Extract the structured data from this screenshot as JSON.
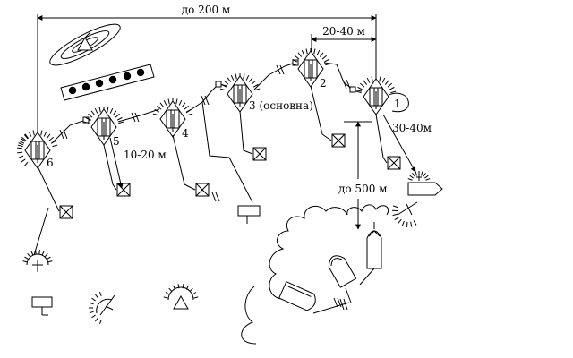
{
  "labels": {
    "total_width": "до 200 м",
    "gap_right": "20-40 м",
    "spacing_small": "10-20 м",
    "offset_right": "30-40м",
    "depth": "до 500 м"
  },
  "posts": [
    {
      "number": "1",
      "caption": ""
    },
    {
      "number": "2",
      "caption": ""
    },
    {
      "number": "3",
      "caption": "(основна)"
    },
    {
      "number": "4",
      "caption": ""
    },
    {
      "number": "5",
      "caption": ""
    },
    {
      "number": "6",
      "caption": ""
    }
  ],
  "icons": [
    "dish-antenna-icon",
    "mine-row-icon",
    "observation-post-icon",
    "radio-station-icon",
    "flag-icon",
    "tank-icon",
    "armored-vehicle-icon",
    "vehicle-icon",
    "observer-icon"
  ]
}
